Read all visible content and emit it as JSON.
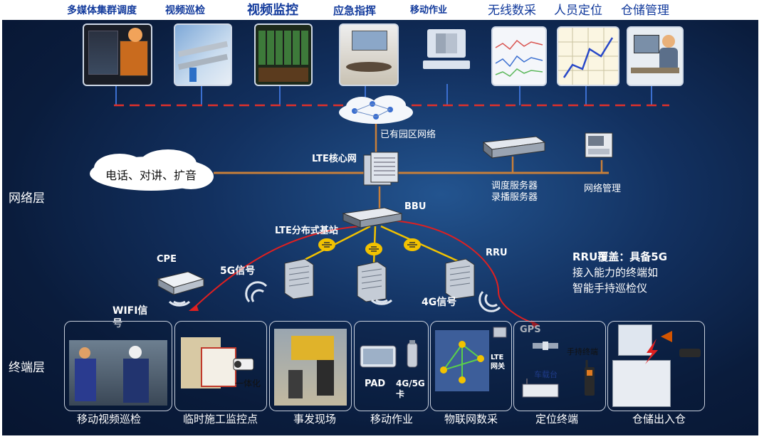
{
  "top_apps": [
    {
      "label": "多媒体集群调度"
    },
    {
      "label": "视频巡检"
    },
    {
      "label": "视频监控"
    },
    {
      "label": "应急指挥"
    },
    {
      "label": "移动作业"
    },
    {
      "label": "无线数采"
    },
    {
      "label": "人员定位"
    },
    {
      "label": "仓储管理"
    }
  ],
  "network": {
    "campus_network": "已有园区网络",
    "lte_core": "LTE核心网",
    "voice_cloud": "电话、对讲、扩音",
    "dispatch_server": "调度服务器",
    "broadcast_server": "录播服务器",
    "network_mgmt": "网络管理",
    "bbu": "BBU",
    "lte_base": "LTE分布式基站",
    "rru": "RRU",
    "cpe": "CPE",
    "signal_5g": "5G信号",
    "signal_4g": "4G信号",
    "wifi_signal": "WIFI信号",
    "gps": "GPS",
    "rru_note_1": "RRU覆盖：具备5G",
    "rru_note_2": "接入能力的终端如",
    "rru_note_3": "智能手持巡检仪"
  },
  "layers": {
    "network": "网络层",
    "terminal": "终端层"
  },
  "terminals": [
    {
      "label": "移动视频巡检"
    },
    {
      "label": "临时施工监控点"
    },
    {
      "label": "事发现场"
    },
    {
      "label": "移动作业"
    },
    {
      "label": "物联网数采"
    },
    {
      "label": "定位终端"
    },
    {
      "label": "仓储出入仓"
    }
  ],
  "terminal_inner": {
    "integrated": "一体化",
    "pad": "PAD",
    "card": "4G/5G卡",
    "lte_gateway": "LTE网关",
    "handheld": "手持终端",
    "vehicle": "车载台"
  },
  "colors": {
    "dashed_bus": "#e0302a",
    "backbone": "#c77f3a",
    "yellow_link": "#f2c200",
    "red_link": "#e02020",
    "title_blue": "#123a9c"
  }
}
